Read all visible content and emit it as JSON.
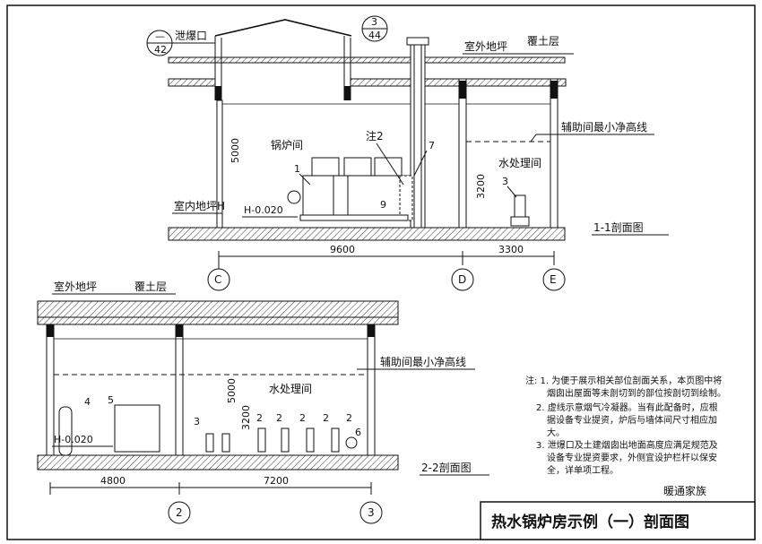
{
  "title_block": {
    "title": "热水锅炉房示例（一）剖面图",
    "watermark": "暖通家族"
  },
  "section_1": {
    "label": "1-1剖面图",
    "vent_label": "泄爆口",
    "vent_ref_top": "—",
    "vent_ref_bottom": "42",
    "chimney_ref_top": "3",
    "chimney_ref_bottom": "44",
    "outdoor_ground": "室外地坪",
    "soil_layer": "覆土层",
    "boiler_room": "锅炉间",
    "note_ref": "注2",
    "aux_clear_height": "辅助间最小净高线",
    "water_room": "水处理间",
    "indoor_ground": "室内地坪H",
    "level": "H-0.020",
    "dim_height_1": "5000",
    "dim_height_2": "3200",
    "dim_span_1": "9600",
    "dim_span_2": "3300",
    "axis": [
      "C",
      "D",
      "E"
    ],
    "callouts": [
      "1",
      "7",
      "9",
      "3"
    ]
  },
  "section_2": {
    "label": "2-2剖面图",
    "outdoor_ground": "室外地坪",
    "soil_layer": "覆土层",
    "aux_clear_height": "辅助间最小净高线",
    "water_room": "水处理间",
    "level": "H-0.020",
    "dim_height_1": "5000",
    "dim_height_2": "3200",
    "dim_span_1": "4800",
    "dim_span_2": "7200",
    "axis": [
      "2",
      "3"
    ],
    "callouts": [
      "4",
      "5",
      "3",
      "2",
      "2",
      "2",
      "2",
      "2",
      "6"
    ]
  },
  "notes": [
    "注: 1. 为便于展示相关部位剖面关系，本页图中将",
    "烟囱出屋面等未剖切到的部位按剖切到绘制。",
    "2. 虚线示意烟气冷凝器。当有此配备时，应根",
    "据设备专业提资，炉后与墙体间尺寸相应加",
    "大。",
    "3. 泄爆口及土建烟囱出地面高度应满足规范及",
    "设备专业提资要求，外侧宜设护栏杆以保安",
    "全，详单项工程。"
  ]
}
